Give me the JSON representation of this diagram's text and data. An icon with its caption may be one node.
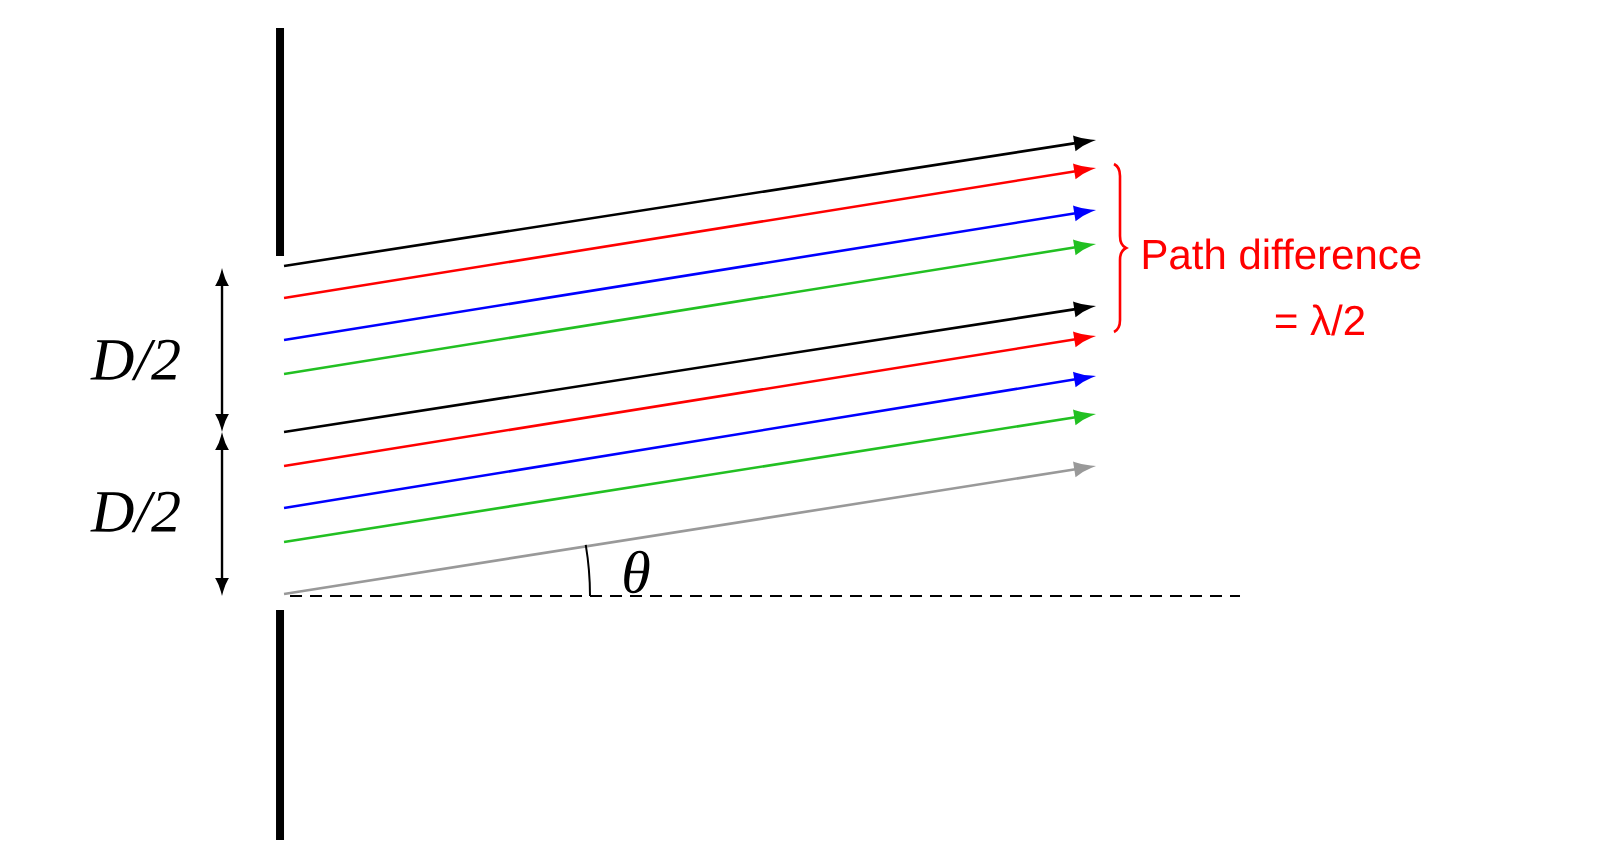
{
  "diagram": {
    "labels": [
      "D/2",
      "D/2",
      "θ",
      "Path difference",
      "= λ/2"
    ]
  }
}
